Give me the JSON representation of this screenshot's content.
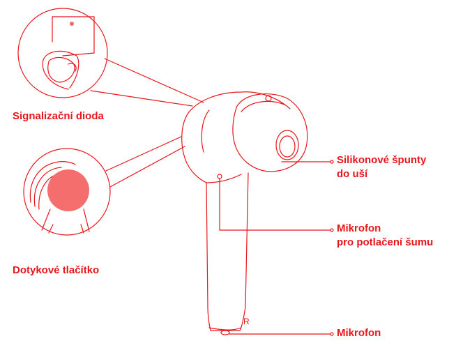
{
  "colors": {
    "line": "#e8151b",
    "fill_pink": "#f56e6e",
    "led": "#f06a6a",
    "background": "#ffffff"
  },
  "labels": {
    "led": "Signalizační dioda",
    "touch": "Dotykové tlačítko",
    "eartip_line1": "Silikonové špunty",
    "eartip_line2": "do uší",
    "noise_mic_line1": "Mikrofon",
    "noise_mic_line2": "pro potlačení šumu",
    "mic": "Mikrofon",
    "side_mark": "R"
  }
}
